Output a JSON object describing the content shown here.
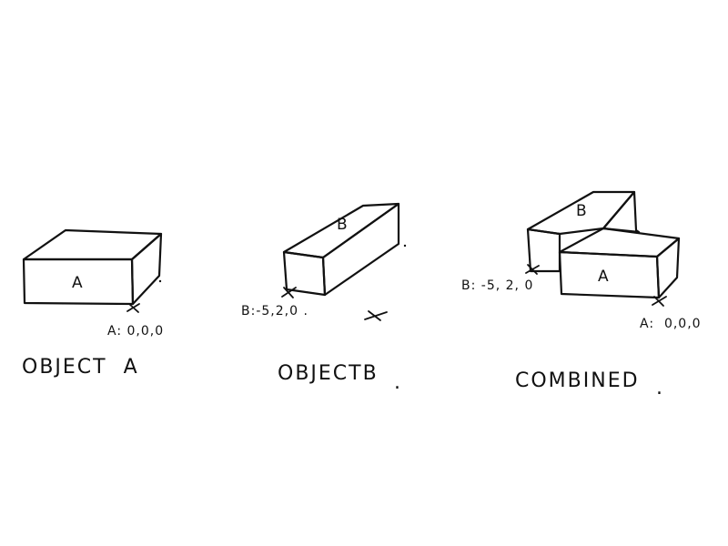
{
  "colors": {
    "ink": "#111111",
    "object_a_fill": "#ffffff",
    "object_b_fill": "#9ecbcd",
    "background": "#ffffff"
  },
  "panels": {
    "object_a": {
      "box_label": "A",
      "origin_label": "A: 0,0,0",
      "caption": "OBJECT  A"
    },
    "object_b": {
      "box_label": "B",
      "origin_label": "B:-5,2,0 .",
      "caption": "OBJECTB",
      "caption_dot": "."
    },
    "combined": {
      "box_a_label": "A",
      "box_b_label": "B",
      "origin_b_label": "B: -5, 2, 0",
      "origin_a_label": "A:  0,0,0",
      "caption": "COMBINED",
      "caption_dot": "."
    }
  }
}
